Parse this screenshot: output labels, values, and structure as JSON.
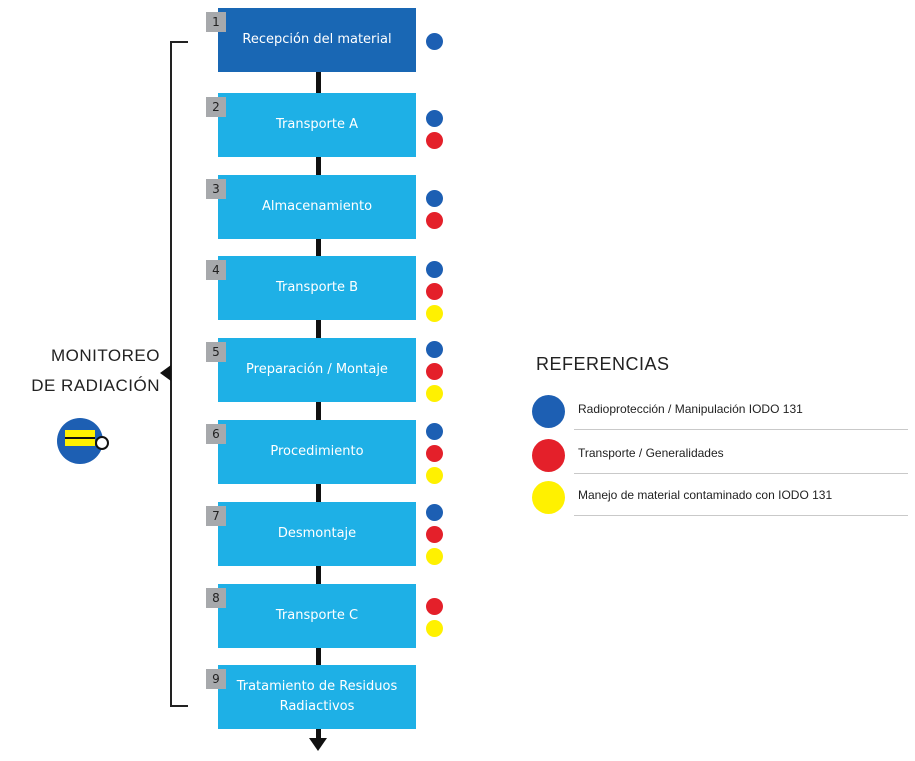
{
  "steps": [
    {
      "number": "1",
      "label": "Recepción del material",
      "dots": [
        "blue"
      ]
    },
    {
      "number": "2",
      "label": "Transporte A",
      "dots": [
        "blue",
        "red"
      ]
    },
    {
      "number": "3",
      "label": "Almacenamiento",
      "dots": [
        "blue",
        "red"
      ]
    },
    {
      "number": "4",
      "label": "Transporte B",
      "dots": [
        "blue",
        "red",
        "yellow"
      ]
    },
    {
      "number": "5",
      "label": "Preparación / Montaje",
      "dots": [
        "blue",
        "red",
        "yellow"
      ]
    },
    {
      "number": "6",
      "label": "Procedimiento",
      "dots": [
        "blue",
        "red",
        "yellow"
      ]
    },
    {
      "number": "7",
      "label": "Desmontaje",
      "dots": [
        "blue",
        "red",
        "yellow"
      ]
    },
    {
      "number": "8",
      "label": "Transporte C",
      "dots": [
        "red",
        "yellow"
      ]
    },
    {
      "number": "9",
      "label": "Tratamiento de Residuos Radiactivos",
      "dots": []
    }
  ],
  "monitor": {
    "line1": "MONITOREO",
    "line2": "DE RADIACIÓN",
    "icon": "radiation-monitor-icon"
  },
  "legend": {
    "title": "REFERENCIAS",
    "items": [
      {
        "color": "blue",
        "label": "Radioprotección / Manipulación IODO 131"
      },
      {
        "color": "red",
        "label": "Transporte / Generalidades"
      },
      {
        "color": "yellow",
        "label": "Manejo de material contaminado con IODO 131"
      }
    ]
  },
  "colors": {
    "blue": "#1d5fb3",
    "red": "#e4202a",
    "yellow": "#fff100",
    "step_fill": "#1eb0e6",
    "first_step_fill": "#1967b4"
  }
}
